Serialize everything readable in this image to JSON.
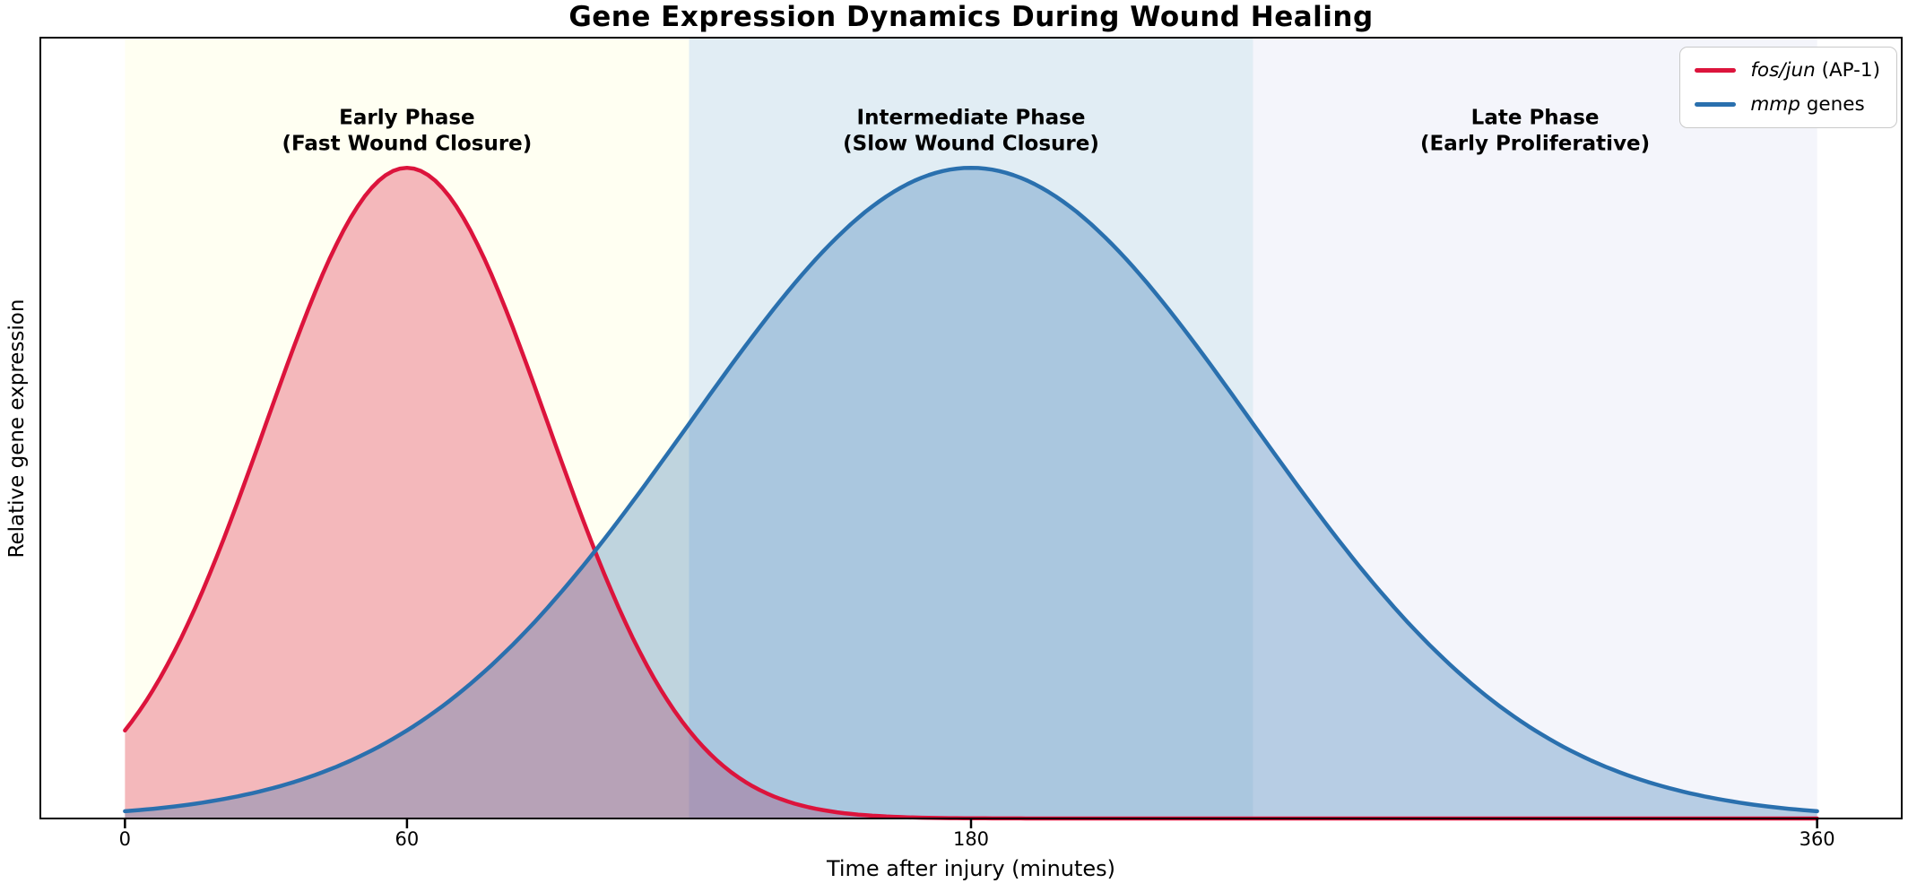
{
  "chart_data": {
    "type": "area",
    "title": "Gene Expression Dynamics During Wound Healing",
    "xlabel": "Time after injury (minutes)",
    "ylabel": "Relative gene expression",
    "xlim": [
      -18,
      378
    ],
    "ylim": [
      0,
      1.2
    ],
    "grid": false,
    "legend_position": "upper right",
    "x_ticks": [
      {
        "t": 0,
        "label": "0"
      },
      {
        "t": 60,
        "label": "60"
      },
      {
        "t": 180,
        "label": "180"
      },
      {
        "t": 360,
        "label": "360"
      }
    ],
    "series": [
      {
        "name_italic": "fos/jun",
        "name_rest": " (AP-1)",
        "color": "#dc143c",
        "curve": "gaussian",
        "amplitude": 1.0,
        "peak_t": 60,
        "sigma": 30,
        "t_range": [
          0,
          360
        ],
        "fill_opacity": 0.3,
        "line_width": 4.5
      },
      {
        "name_italic": "mmp",
        "name_rest": " genes",
        "color": "#2a70ae",
        "curve": "gaussian",
        "amplitude": 1.0,
        "peak_t": 180,
        "sigma": 60,
        "t_range": [
          0,
          360
        ],
        "fill_opacity": 0.3,
        "line_width": 4.5
      }
    ],
    "samples": {
      "t": [
        0,
        30,
        60,
        90,
        120,
        150,
        180,
        210,
        240,
        270,
        300,
        330,
        360
      ],
      "fos_jun": [
        0.135,
        0.607,
        1.0,
        0.607,
        0.135,
        0.011,
        0.0,
        0.0,
        0.0,
        0.0,
        0.0,
        0.0,
        0.0
      ],
      "mmp": [
        0.011,
        0.044,
        0.135,
        0.325,
        0.607,
        0.883,
        1.0,
        0.883,
        0.607,
        0.325,
        0.135,
        0.044,
        0.011
      ]
    },
    "phases": [
      {
        "label_line1": "Early Phase",
        "label_line2": "(Fast Wound Closure)",
        "t0": 0,
        "t1": 120,
        "label_t": 60,
        "label_v": 1.057,
        "color": "#fffff2"
      },
      {
        "label_line1": "Intermediate Phase",
        "label_line2": "(Slow Wound Closure)",
        "t0": 120,
        "t1": 240,
        "label_t": 180,
        "label_v": 1.057,
        "color": "#e1edf4"
      },
      {
        "label_line1": "Late Phase",
        "label_line2": "(Early Proliferative)",
        "t0": 240,
        "t1": 360,
        "label_t": 300,
        "label_v": 1.057,
        "color": "#f4f5fb"
      }
    ]
  }
}
